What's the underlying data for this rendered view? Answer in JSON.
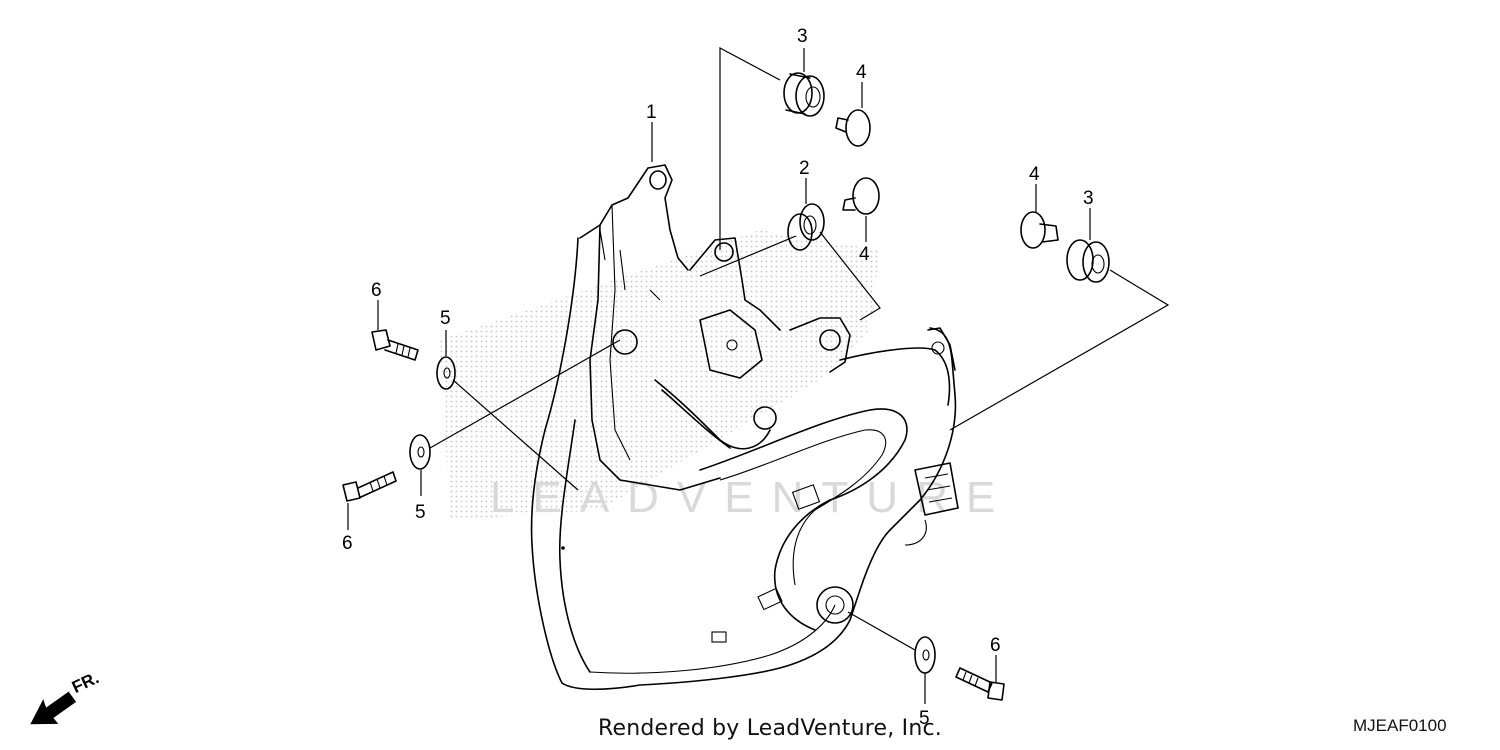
{
  "diagram": {
    "callouts": [
      {
        "id": "c1",
        "label": "1"
      },
      {
        "id": "c2",
        "label": "2"
      },
      {
        "id": "c3a",
        "label": "3"
      },
      {
        "id": "c3b",
        "label": "3"
      },
      {
        "id": "c4a",
        "label": "4"
      },
      {
        "id": "c4b",
        "label": "4"
      },
      {
        "id": "c4c",
        "label": "4"
      },
      {
        "id": "c5a",
        "label": "5"
      },
      {
        "id": "c5b",
        "label": "5"
      },
      {
        "id": "c5c",
        "label": "5"
      },
      {
        "id": "c6a",
        "label": "6"
      },
      {
        "id": "c6b",
        "label": "6"
      },
      {
        "id": "c6c",
        "label": "6"
      }
    ],
    "direction_label": "FR.",
    "credit": "Rendered by LeadVenture, Inc.",
    "diagram_code": "MJEAF0100"
  },
  "colors": {
    "line": "#000000",
    "background": "#ffffff",
    "watermark": "#d9d9d9"
  }
}
